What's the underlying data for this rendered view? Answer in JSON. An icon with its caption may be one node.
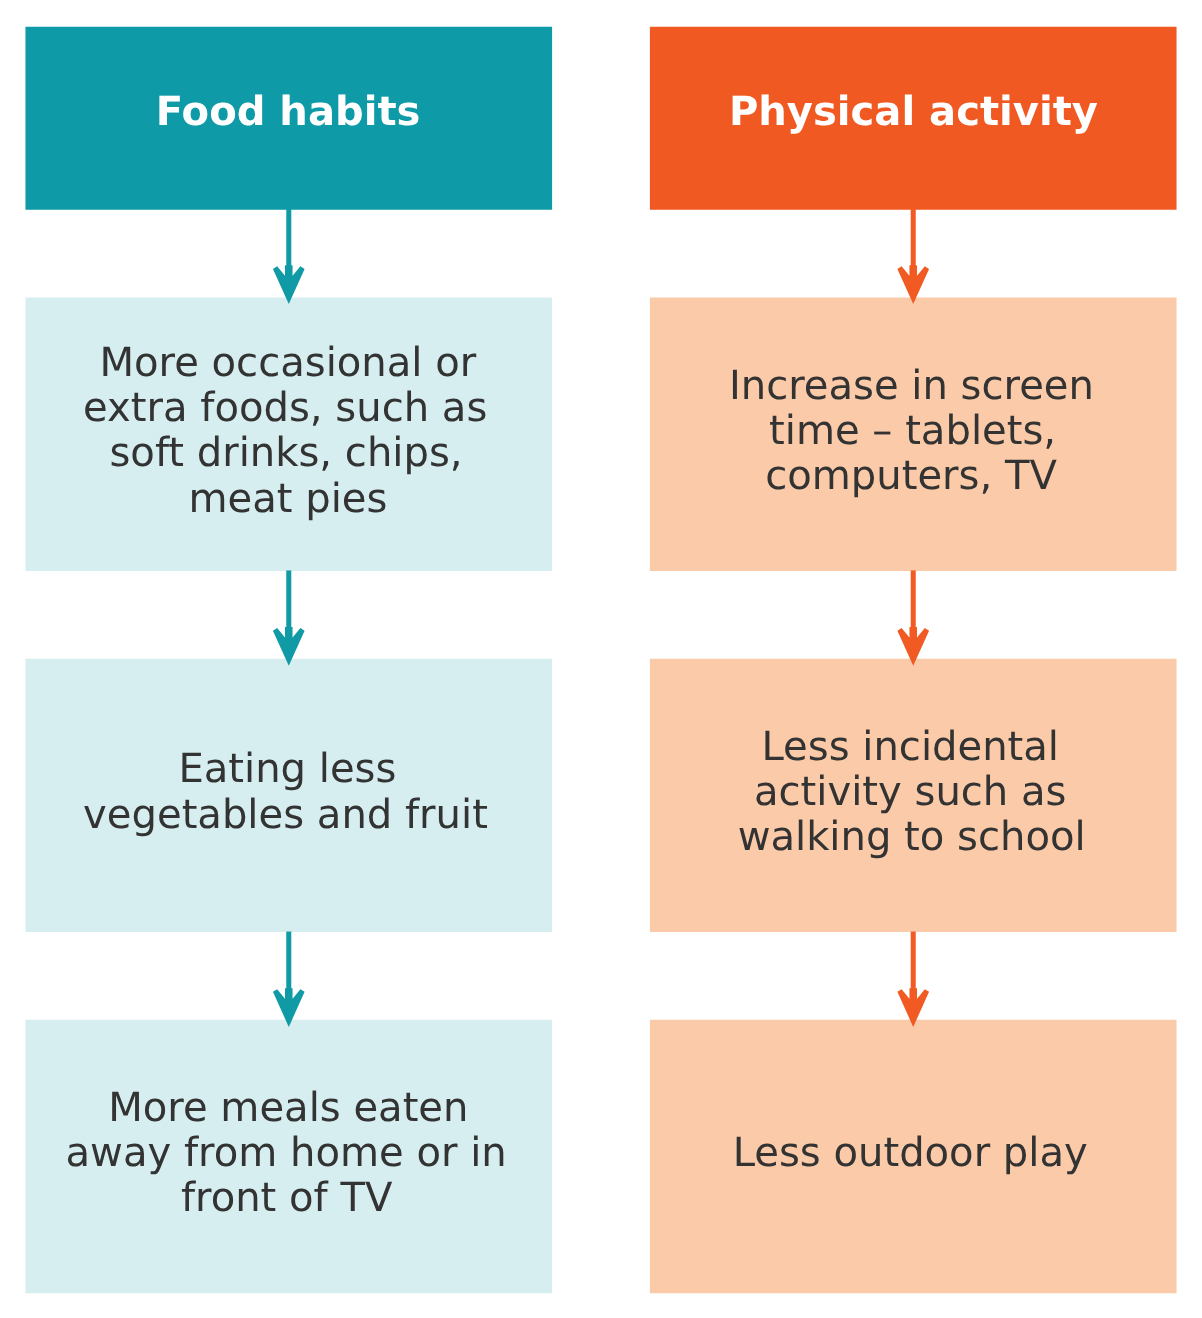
{
  "diagram": {
    "nodes": [
      {
        "text": [
          "Food habits"
        ]
      },
      {
        "text": [
          "More occasional or extra foods, such as soft drinks, chips, meat pies"
        ]
      },
      {
        "text": [
          "Eating less vegetables and fruit"
        ]
      },
      {
        "text": [
          "More meals eaten away from home or in front of TV"
        ]
      },
      {
        "text": [
          "Physical activity"
        ]
      },
      {
        "text": [
          "Increase in screen time – tablets, computers, TV"
        ]
      },
      {
        "text": [
          "Less incidental activity such as walking to school"
        ]
      },
      {
        "text": [
          "Less outdoor play"
        ]
      }
    ],
    "edges": [
      {
        "from": 0,
        "to": 1,
        "arrow": "to",
        "color": "#0f9aa6"
      },
      {
        "from": 1,
        "to": 2,
        "arrow": "to",
        "color": "#0f9aa6"
      },
      {
        "from": 2,
        "to": 3,
        "arrow": "to",
        "color": "#0f9aa6"
      },
      {
        "from": 4,
        "to": 5,
        "arrow": "to",
        "color": "#f15a22"
      },
      {
        "from": 5,
        "to": 6,
        "arrow": "to",
        "color": "#f15a22"
      },
      {
        "from": 6,
        "to": 7,
        "arrow": "to",
        "color": "#f15a22"
      }
    ]
  }
}
